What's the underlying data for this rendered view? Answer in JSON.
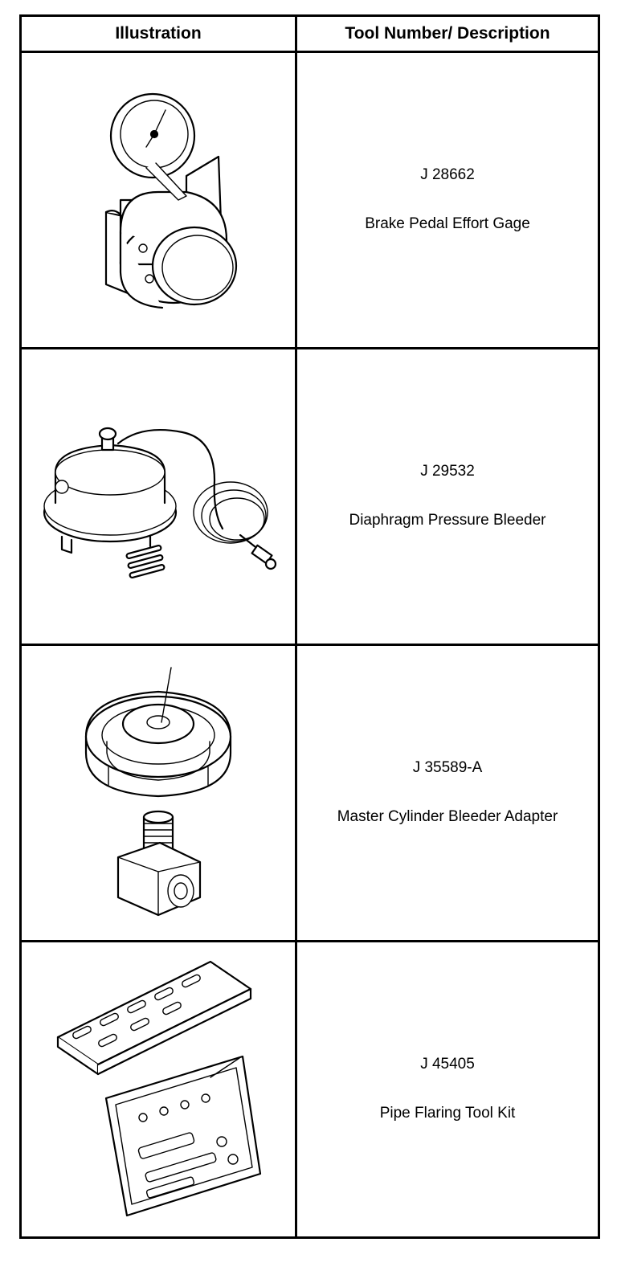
{
  "table": {
    "headers": {
      "illustration": "Illustration",
      "tool": "Tool Number/ Description"
    },
    "rows": [
      {
        "number": "J 28662",
        "description": "Brake Pedal Effort Gage",
        "illustration_icon": "pedal-effort-gage-icon"
      },
      {
        "number": "J 29532",
        "description": "Diaphragm Pressure Bleeder",
        "illustration_icon": "diaphragm-bleeder-icon"
      },
      {
        "number": "J 35589-A",
        "description": "Master Cylinder Bleeder Adapter",
        "illustration_icon": "bleeder-adapter-icon"
      },
      {
        "number": "J 45405",
        "description": "Pipe Flaring Tool Kit",
        "illustration_icon": "flaring-kit-icon"
      }
    ]
  }
}
